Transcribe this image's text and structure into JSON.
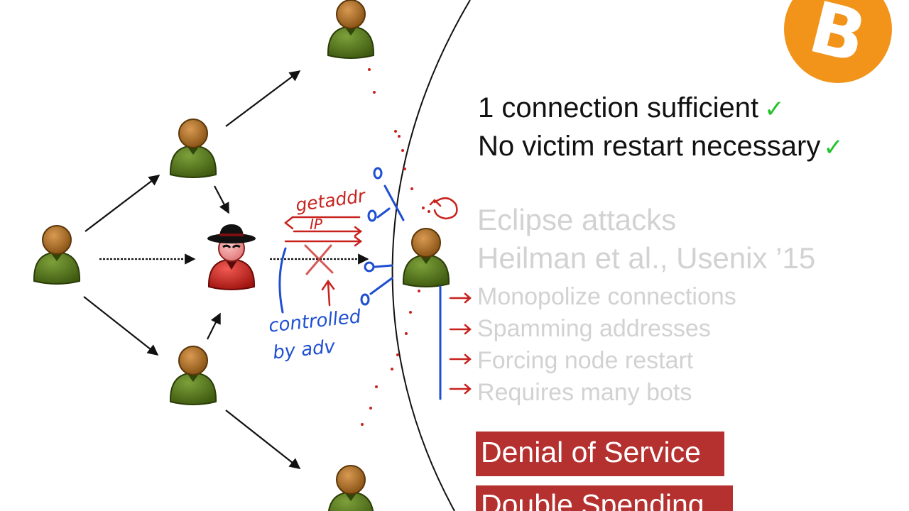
{
  "logo": {
    "symbol": "B",
    "color": "#f2931a"
  },
  "right_panel": {
    "highlight_lines": [
      {
        "text": "1 connection sufficient",
        "check": "✓"
      },
      {
        "text": "No victim restart necessary",
        "check": "✓"
      }
    ],
    "reference": {
      "title": "Eclipse attacks",
      "citation": "Heilman et al., Usenix ’15"
    },
    "bullets": [
      "Monopolize connections",
      "Spamming addresses",
      "Forcing node restart",
      "Requires many bots"
    ],
    "outcomes": [
      "Denial of Service",
      "Double Spending"
    ]
  },
  "annotations": {
    "getaddr": "getaddr",
    "ip": "IP",
    "controlled_line1": "controlled",
    "controlled_line2": "by adv"
  },
  "colors": {
    "node_body": "#5a7a1c",
    "node_head": "#a66a1e",
    "adversary": "#d52a26",
    "ink_red": "#c8221e",
    "ink_blue": "#1f4fd1",
    "check": "#22c22a",
    "outcome_box": "#b5312f",
    "grey_text": "#d2d2d2"
  }
}
